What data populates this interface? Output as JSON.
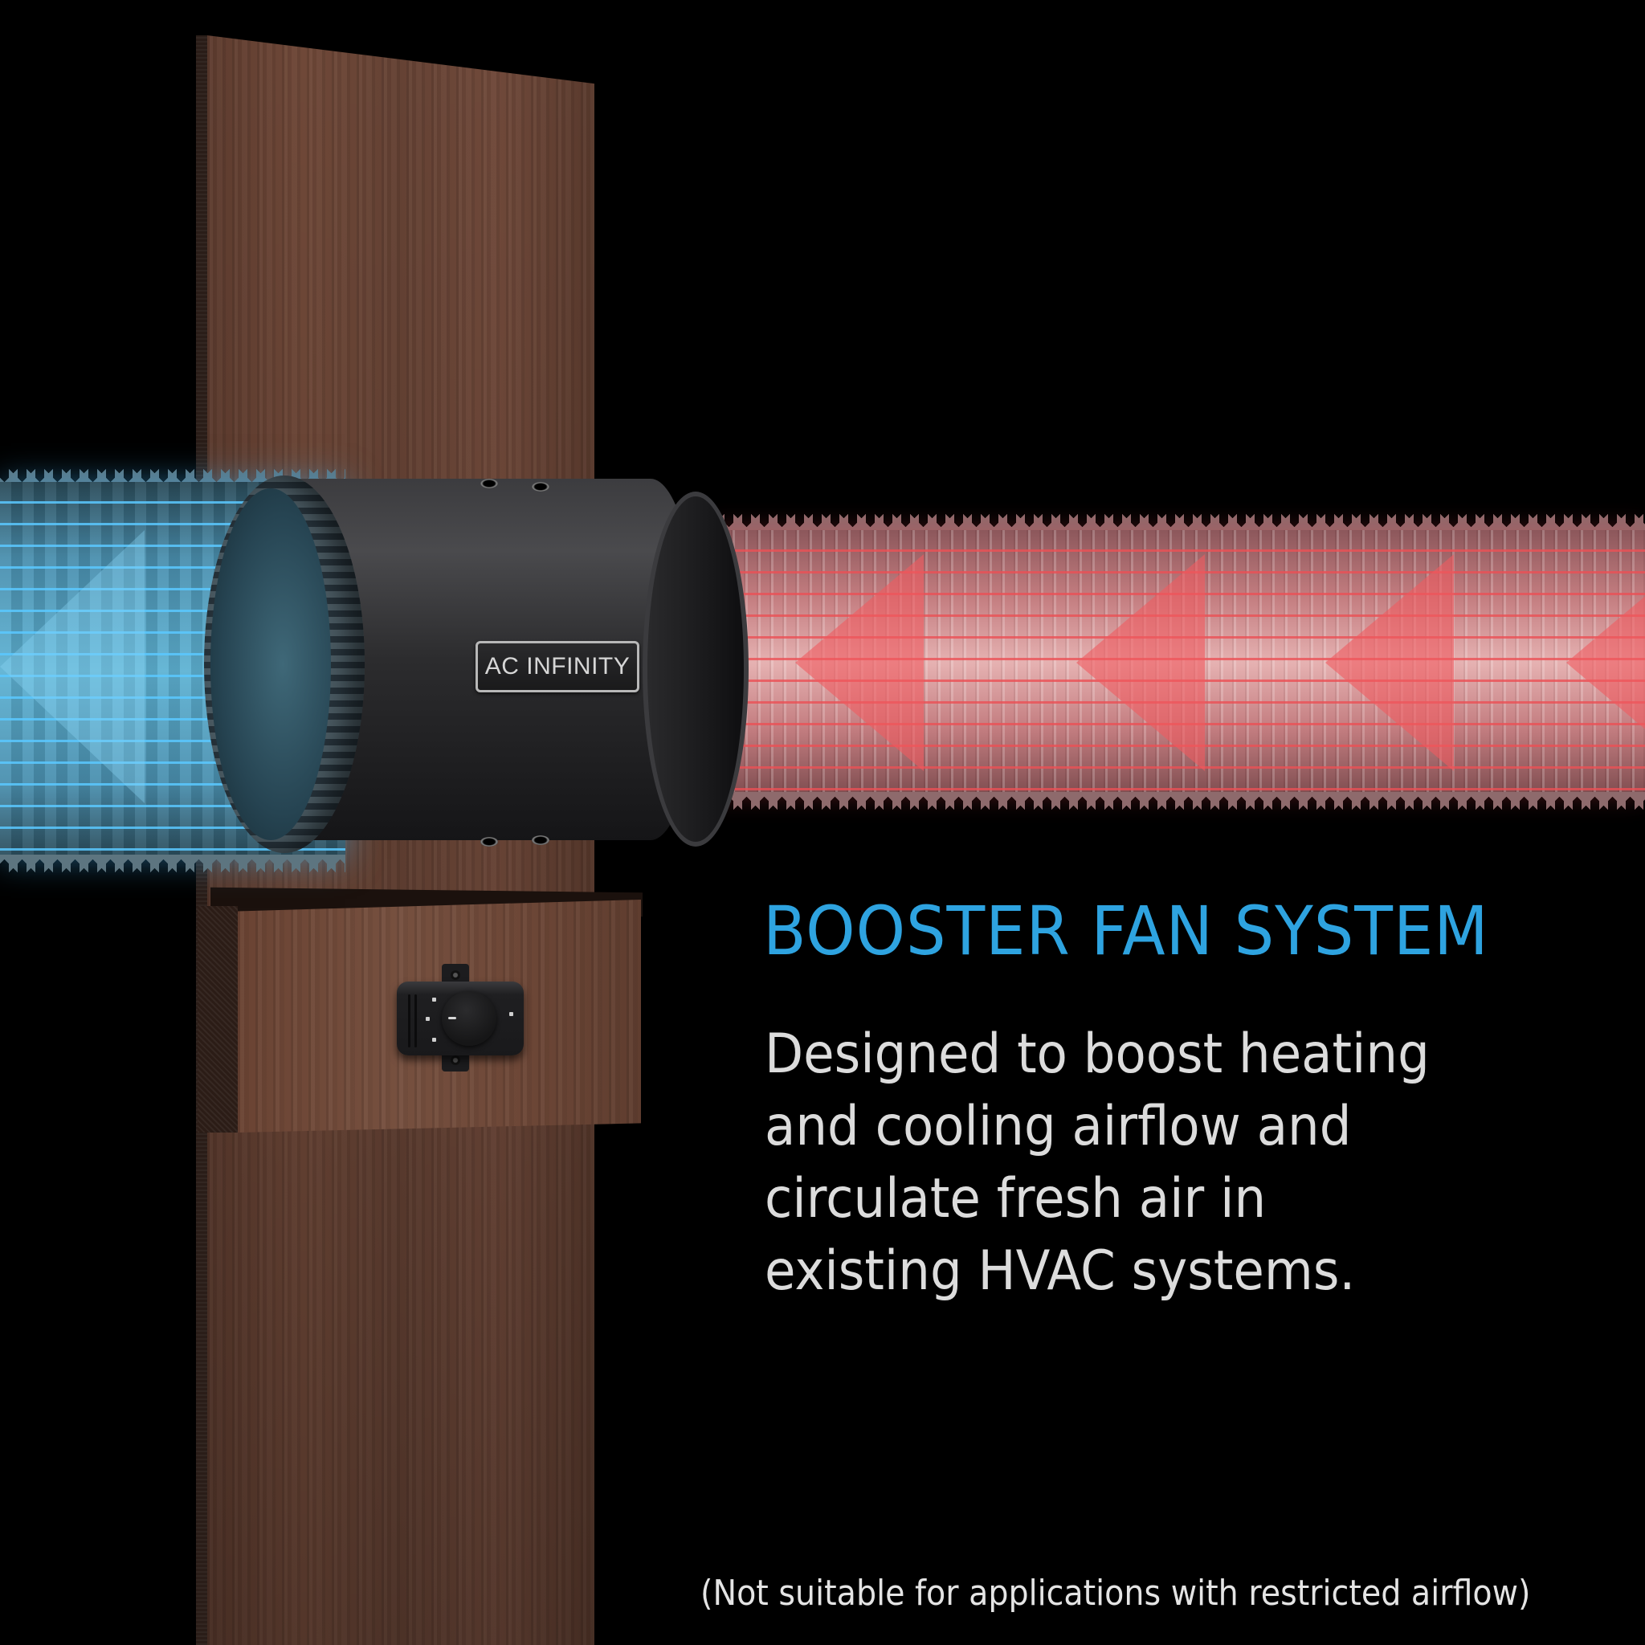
{
  "product": {
    "brand_badge": "AC INFINITY",
    "components": [
      "wall-panel",
      "booster-fan",
      "speed-controller",
      "cold-air-duct",
      "warm-air-duct"
    ]
  },
  "headline": "BOOSTER FAN SYSTEM",
  "description": "Designed to boost heating and cooling airflow and circulate fresh air in existing HVAC systems.",
  "disclaimer": "(Not suitable for applications with restricted airflow)",
  "airflow": {
    "cool_duct": {
      "color": "#4fb4e0",
      "direction": "left"
    },
    "warm_duct": {
      "color": "#ee5a60",
      "direction": "left",
      "arrow_count": 4
    }
  },
  "colors": {
    "background": "#000000",
    "headline": "#2ea3e0",
    "body_text": "#dcdcdc",
    "wood": "#6a4535",
    "fan_body": "#2c2c2e"
  }
}
